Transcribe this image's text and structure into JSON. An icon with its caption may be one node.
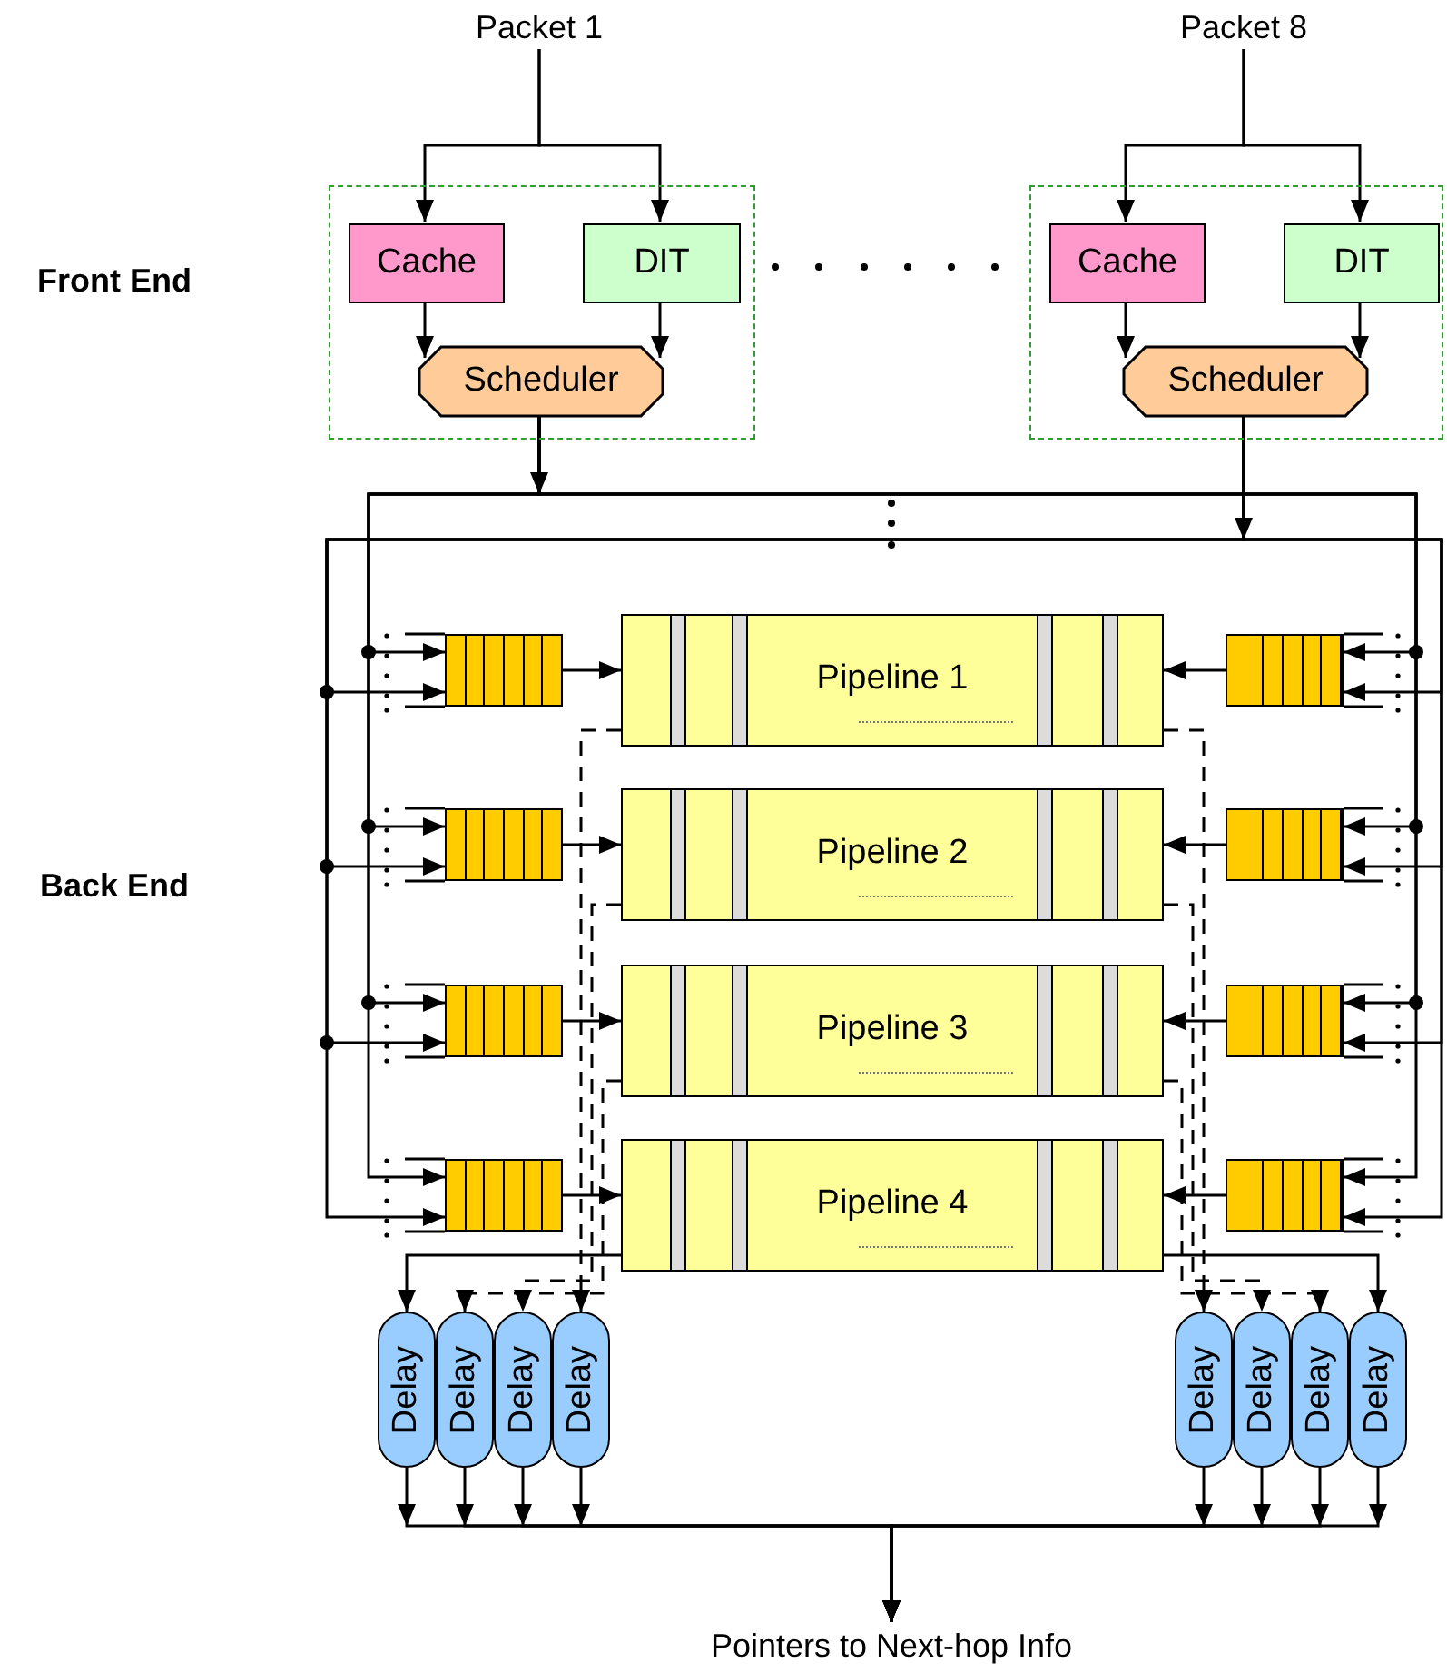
{
  "diagram": {
    "nodes": [
      {
        "text": [
          "Packet 1"
        ]
      },
      {
        "text": [
          "Packet 8"
        ]
      },
      {
        "text": [],
        "shape": "box"
      },
      {
        "text": [
          "Cache"
        ],
        "in": 2
      },
      {
        "text": [
          "DIT"
        ],
        "in": 2
      },
      {
        "text": [
          "Scheduler"
        ],
        "in": 2
      },
      {
        "text": [],
        "shape": "box"
      },
      {
        "text": [
          "Cache"
        ],
        "in": 6
      },
      {
        "text": [
          "DIT"
        ],
        "in": 6
      },
      {
        "text": [
          "Scheduler"
        ],
        "in": 6
      },
      {
        "text": [],
        "shape": "queue"
      },
      {
        "text": [
          "Pipeline 1"
        ]
      },
      {
        "text": [],
        "shape": "queue"
      },
      {
        "text": [],
        "shape": "queue"
      },
      {
        "text": [
          "Pipeline 2"
        ]
      },
      {
        "text": [],
        "shape": "queue"
      },
      {
        "text": [],
        "shape": "queue"
      },
      {
        "text": [
          "Pipeline 3"
        ]
      },
      {
        "text": [],
        "shape": "queue"
      },
      {
        "text": [],
        "shape": "queue"
      },
      {
        "text": [
          "Pipeline 4"
        ]
      },
      {
        "text": [],
        "shape": "queue"
      },
      {
        "text": [
          "Delay"
        ]
      },
      {
        "text": [
          "Delay"
        ]
      },
      {
        "text": [
          "Delay"
        ]
      },
      {
        "text": [
          "Delay"
        ]
      },
      {
        "text": [
          "Delay"
        ]
      },
      {
        "text": [
          "Delay"
        ]
      },
      {
        "text": [
          "Delay"
        ]
      },
      {
        "text": [
          "Delay"
        ]
      },
      {
        "text": [
          "Pointers to Next-hop Info"
        ]
      }
    ],
    "edges": [
      {
        "from": 0,
        "to": 3,
        "arrow": "to"
      },
      {
        "from": 0,
        "to": 4,
        "arrow": "to"
      },
      {
        "from": 1,
        "to": 7,
        "arrow": "to"
      },
      {
        "from": 1,
        "to": 8,
        "arrow": "to"
      },
      {
        "from": 3,
        "to": 5,
        "arrow": "to"
      },
      {
        "from": 4,
        "to": 5,
        "arrow": "to"
      },
      {
        "from": 7,
        "to": 9,
        "arrow": "to"
      },
      {
        "from": 8,
        "to": 9,
        "arrow": "to"
      },
      {
        "from": 5,
        "to": 10,
        "arrow": "to"
      },
      {
        "from": 5,
        "to": 13,
        "arrow": "to"
      },
      {
        "from": 5,
        "to": 16,
        "arrow": "to"
      },
      {
        "from": 5,
        "to": 19,
        "arrow": "to"
      },
      {
        "from": 5,
        "to": 12,
        "arrow": "to"
      },
      {
        "from": 5,
        "to": 15,
        "arrow": "to"
      },
      {
        "from": 5,
        "to": 18,
        "arrow": "to"
      },
      {
        "from": 5,
        "to": 21,
        "arrow": "to"
      },
      {
        "from": 9,
        "to": 10,
        "arrow": "to"
      },
      {
        "from": 9,
        "to": 13,
        "arrow": "to"
      },
      {
        "from": 9,
        "to": 16,
        "arrow": "to"
      },
      {
        "from": 9,
        "to": 19,
        "arrow": "to"
      },
      {
        "from": 9,
        "to": 12,
        "arrow": "to"
      },
      {
        "from": 9,
        "to": 15,
        "arrow": "to"
      },
      {
        "from": 9,
        "to": 18,
        "arrow": "to"
      },
      {
        "from": 9,
        "to": 21,
        "arrow": "to"
      },
      {
        "from": 10,
        "to": 11,
        "arrow": "to"
      },
      {
        "from": 12,
        "to": 11,
        "arrow": "to"
      },
      {
        "from": 13,
        "to": 14,
        "arrow": "to"
      },
      {
        "from": 15,
        "to": 14,
        "arrow": "to"
      },
      {
        "from": 16,
        "to": 17,
        "arrow": "to"
      },
      {
        "from": 18,
        "to": 17,
        "arrow": "to"
      },
      {
        "from": 19,
        "to": 20,
        "arrow": "to"
      },
      {
        "from": 21,
        "to": 20,
        "arrow": "to"
      },
      {
        "from": 11,
        "to": 25,
        "arrow": "to",
        "style": "dashed"
      },
      {
        "from": 14,
        "to": 24,
        "arrow": "to",
        "style": "dashed"
      },
      {
        "from": 17,
        "to": 23,
        "arrow": "to",
        "style": "dashed"
      },
      {
        "from": 20,
        "to": 22,
        "arrow": "to"
      },
      {
        "from": 11,
        "to": 26,
        "arrow": "to",
        "style": "dashed"
      },
      {
        "from": 14,
        "to": 27,
        "arrow": "to",
        "style": "dashed"
      },
      {
        "from": 17,
        "to": 28,
        "arrow": "to",
        "style": "dashed"
      },
      {
        "from": 20,
        "to": 29,
        "arrow": "to"
      },
      {
        "from": 22,
        "to": 30,
        "arrow": "to"
      },
      {
        "from": 23,
        "to": 30,
        "arrow": "to"
      },
      {
        "from": 24,
        "to": 30,
        "arrow": "to"
      },
      {
        "from": 25,
        "to": 30,
        "arrow": "to"
      },
      {
        "from": 26,
        "to": 30,
        "arrow": "to"
      },
      {
        "from": 27,
        "to": 30,
        "arrow": "to"
      },
      {
        "from": 28,
        "to": 30,
        "arrow": "to"
      },
      {
        "from": 29,
        "to": 30,
        "arrow": "to"
      }
    ],
    "labels": [
      "Front End",
      "Back End"
    ]
  }
}
